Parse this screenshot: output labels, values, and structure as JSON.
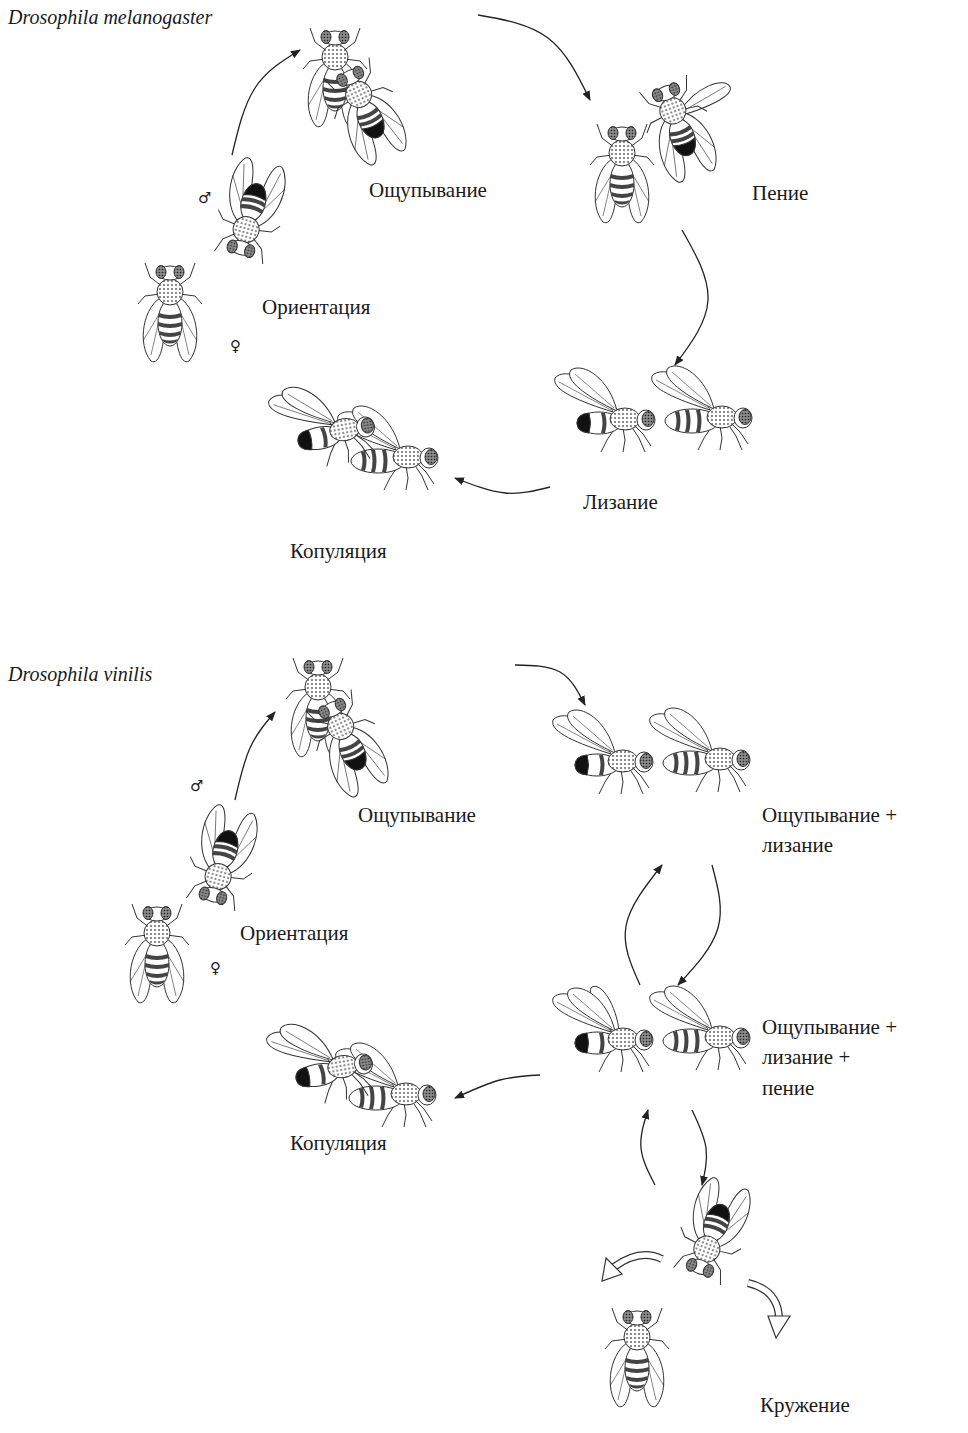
{
  "diagram": {
    "nodes": [
      {
        "text": [
          "Ориентация"
        ]
      },
      {
        "text": [
          "Ощупывание"
        ]
      },
      {
        "text": [
          "Пение"
        ]
      },
      {
        "text": [
          "Лизание"
        ]
      },
      {
        "text": [
          "Копуляция"
        ]
      },
      {
        "text": [
          "Ориентация"
        ]
      },
      {
        "text": [
          "Ощупывание"
        ]
      },
      {
        "text": [
          "Ощупывание + лизание"
        ]
      },
      {
        "text": [
          "Ощупывание + лизание + пение"
        ]
      },
      {
        "text": [
          "Копуляция"
        ]
      },
      {
        "text": [
          "Кружение"
        ]
      }
    ],
    "edges": [
      {
        "from": 0,
        "to": 1,
        "arrow": "to"
      },
      {
        "from": 1,
        "to": 2,
        "arrow": "to"
      },
      {
        "from": 2,
        "to": 3,
        "arrow": "to"
      },
      {
        "from": 3,
        "to": 4,
        "arrow": "to"
      },
      {
        "from": 5,
        "to": 6,
        "arrow": "to"
      },
      {
        "from": 6,
        "to": 7,
        "arrow": "to"
      },
      {
        "from": 7,
        "to": 8,
        "arrow": "to"
      },
      {
        "from": 8,
        "to": 7,
        "arrow": "to"
      },
      {
        "from": 8,
        "to": 9,
        "arrow": "to"
      },
      {
        "from": 8,
        "to": 10,
        "arrow": "to"
      },
      {
        "from": 10,
        "to": 8,
        "arrow": "to"
      }
    ],
    "labels": [
      "Drosophila melanogaster",
      "♂",
      "♀",
      "Drosophila vinilis",
      "♂",
      "♀"
    ]
  }
}
